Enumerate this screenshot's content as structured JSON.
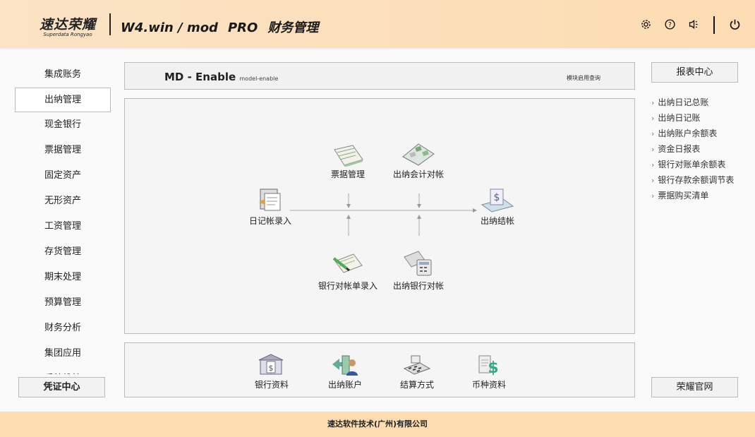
{
  "header": {
    "logo_cn": "速达荣耀",
    "logo_en": "Superdata Rongyao",
    "product": "W4.win / mod",
    "edition": "PRO",
    "module": "财务管理",
    "icons": [
      "gear-icon",
      "help-icon",
      "speaker-icon",
      "power-icon"
    ]
  },
  "nav": {
    "items": [
      {
        "label": "集成账务"
      },
      {
        "label": "出纳管理",
        "active": true
      },
      {
        "label": "现金银行"
      },
      {
        "label": "票据管理"
      },
      {
        "label": "固定资产"
      },
      {
        "label": "无形资产"
      },
      {
        "label": "工资管理"
      },
      {
        "label": "存货管理"
      },
      {
        "label": "期末处理"
      },
      {
        "label": "预算管理"
      },
      {
        "label": "财务分析"
      },
      {
        "label": "集团应用"
      },
      {
        "label": "系统维护"
      }
    ],
    "voucher_center": "凭证中心"
  },
  "topbar": {
    "title": "MD - Enable",
    "subtitle": "model-enable",
    "link": "模块启用查询"
  },
  "flow": {
    "nodes": {
      "journal_entry": "日记帐录入",
      "bill_mgmt": "票据管理",
      "accounting_reconcile": "出纳会计对帐",
      "closing": "出纳结帐",
      "bank_statement_entry": "银行对帐单录入",
      "bank_reconcile": "出纳银行对帐"
    }
  },
  "bottom": {
    "items": [
      "银行资料",
      "出纳账户",
      "结算方式",
      "币种资料"
    ]
  },
  "right": {
    "report_center": "报表中心",
    "links": [
      "出纳日记总账",
      "出纳日记账",
      "出纳账户余额表",
      "资金日报表",
      "银行对账单余额表",
      "银行存款余额调节表",
      "票据购买清单"
    ],
    "official_site": "荣耀官网"
  },
  "footer": {
    "company": "速达软件技术(广州)有限公司"
  }
}
